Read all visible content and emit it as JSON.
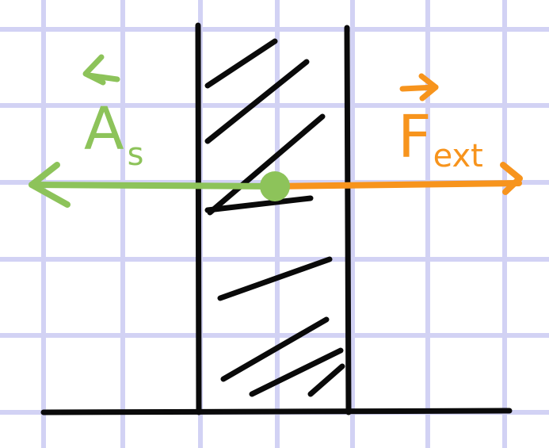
{
  "diagram": {
    "labels": {
      "left_force": {
        "main": "A",
        "sub": "s"
      },
      "right_force": {
        "main": "F",
        "sub": "ext"
      }
    }
  },
  "colors": {
    "background": "#ffffff",
    "grid": "#d2d2f4",
    "ink": "#0a0a0a",
    "left_force": "#8dc35a",
    "right_force": "#f7941d"
  }
}
